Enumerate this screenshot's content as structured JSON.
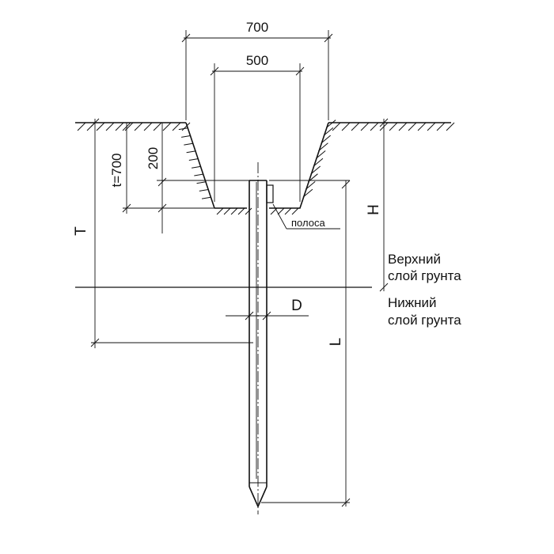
{
  "dimensions": {
    "pit_top_width": "700",
    "pit_bottom_width": "500",
    "trench_depth": "t=700",
    "pit_depth": "200",
    "total_depth_T": "T",
    "electrode_height_H": "H",
    "electrode_length_L": "L",
    "electrode_diameter_D": "D"
  },
  "labels": {
    "strip": "полоса",
    "upper_layer_line1": "Верхний",
    "upper_layer_line2": "слой грунта",
    "lower_layer_line1": "Нижний",
    "lower_layer_line2": "слой грунта"
  }
}
